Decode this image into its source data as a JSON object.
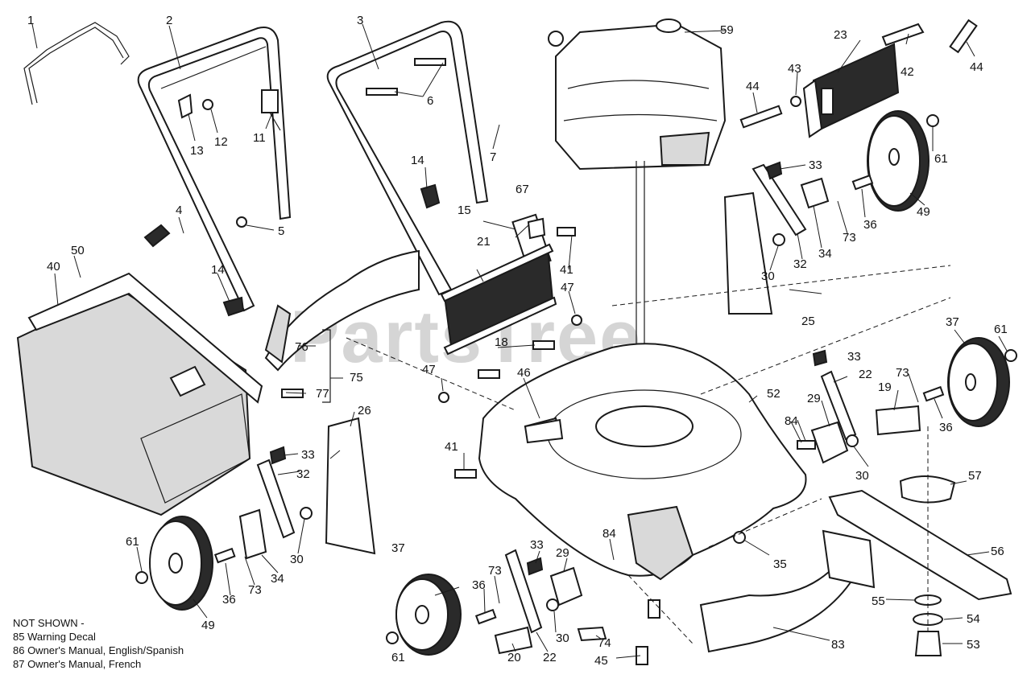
{
  "watermark": "PartsTree",
  "callouts": [
    {
      "id": "c1",
      "text": "1"
    },
    {
      "id": "c2",
      "text": "2"
    },
    {
      "id": "c3",
      "text": "3"
    },
    {
      "id": "c4",
      "text": "4"
    },
    {
      "id": "c5",
      "text": "5"
    },
    {
      "id": "c6",
      "text": "6"
    },
    {
      "id": "c7",
      "text": "7"
    },
    {
      "id": "c11",
      "text": "11"
    },
    {
      "id": "c12",
      "text": "12"
    },
    {
      "id": "c13",
      "text": "13"
    },
    {
      "id": "c14a",
      "text": "14"
    },
    {
      "id": "c14b",
      "text": "14"
    },
    {
      "id": "c15",
      "text": "15"
    },
    {
      "id": "c18",
      "text": "18"
    },
    {
      "id": "c19",
      "text": "19"
    },
    {
      "id": "c20",
      "text": "20"
    },
    {
      "id": "c21",
      "text": "21"
    },
    {
      "id": "c22a",
      "text": "22"
    },
    {
      "id": "c22b",
      "text": "22"
    },
    {
      "id": "c23",
      "text": "23"
    },
    {
      "id": "c25",
      "text": "25"
    },
    {
      "id": "c26",
      "text": "26"
    },
    {
      "id": "c29a",
      "text": "29"
    },
    {
      "id": "c29b",
      "text": "29"
    },
    {
      "id": "c30a",
      "text": "30"
    },
    {
      "id": "c30b",
      "text": "30"
    },
    {
      "id": "c30c",
      "text": "30"
    },
    {
      "id": "c30d",
      "text": "30"
    },
    {
      "id": "c32a",
      "text": "32"
    },
    {
      "id": "c32b",
      "text": "32"
    },
    {
      "id": "c33a",
      "text": "33"
    },
    {
      "id": "c33b",
      "text": "33"
    },
    {
      "id": "c33c",
      "text": "33"
    },
    {
      "id": "c33d",
      "text": "33"
    },
    {
      "id": "c34a",
      "text": "34"
    },
    {
      "id": "c34b",
      "text": "34"
    },
    {
      "id": "c35",
      "text": "35"
    },
    {
      "id": "c36a",
      "text": "36"
    },
    {
      "id": "c36b",
      "text": "36"
    },
    {
      "id": "c36c",
      "text": "36"
    },
    {
      "id": "c36d",
      "text": "36"
    },
    {
      "id": "c37a",
      "text": "37"
    },
    {
      "id": "c37b",
      "text": "37"
    },
    {
      "id": "c40",
      "text": "40"
    },
    {
      "id": "c41a",
      "text": "41"
    },
    {
      "id": "c41b",
      "text": "41"
    },
    {
      "id": "c42",
      "text": "42"
    },
    {
      "id": "c43",
      "text": "43"
    },
    {
      "id": "c44a",
      "text": "44"
    },
    {
      "id": "c44b",
      "text": "44"
    },
    {
      "id": "c45",
      "text": "45"
    },
    {
      "id": "c46",
      "text": "46"
    },
    {
      "id": "c47a",
      "text": "47"
    },
    {
      "id": "c47b",
      "text": "47"
    },
    {
      "id": "c49a",
      "text": "49"
    },
    {
      "id": "c49b",
      "text": "49"
    },
    {
      "id": "c50",
      "text": "50"
    },
    {
      "id": "c52",
      "text": "52"
    },
    {
      "id": "c53",
      "text": "53"
    },
    {
      "id": "c54",
      "text": "54"
    },
    {
      "id": "c55",
      "text": "55"
    },
    {
      "id": "c56",
      "text": "56"
    },
    {
      "id": "c57",
      "text": "57"
    },
    {
      "id": "c59",
      "text": "59"
    },
    {
      "id": "c61a",
      "text": "61"
    },
    {
      "id": "c61b",
      "text": "61"
    },
    {
      "id": "c61c",
      "text": "61"
    },
    {
      "id": "c61d",
      "text": "61"
    },
    {
      "id": "c67",
      "text": "67"
    },
    {
      "id": "c73a",
      "text": "73"
    },
    {
      "id": "c73b",
      "text": "73"
    },
    {
      "id": "c73c",
      "text": "73"
    },
    {
      "id": "c73d",
      "text": "73"
    },
    {
      "id": "c74",
      "text": "74"
    },
    {
      "id": "c75",
      "text": "75"
    },
    {
      "id": "c76",
      "text": "76"
    },
    {
      "id": "c77",
      "text": "77"
    },
    {
      "id": "c83",
      "text": "83"
    },
    {
      "id": "c84a",
      "text": "84"
    },
    {
      "id": "c84b",
      "text": "84"
    }
  ],
  "notes": {
    "heading": "NOT SHOWN -",
    "items": [
      "85 Warning Decal",
      "86 Owner's Manual, English/Spanish",
      "87 Owner's Manual, French"
    ]
  }
}
